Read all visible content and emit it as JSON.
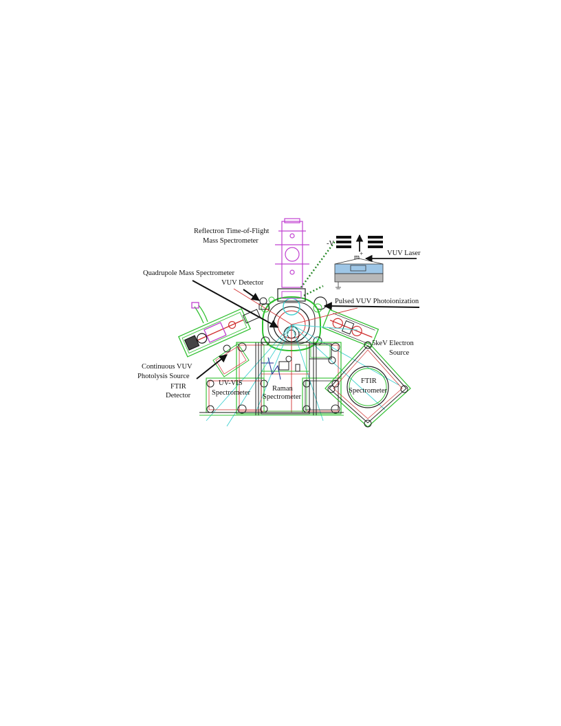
{
  "labels": {
    "reflectron_1": "Reflectron Time-of-Flight",
    "reflectron_2": "Mass Spectrometer",
    "quadrupole": "Quadrupole Mass Spectrometer",
    "vuv_detector": "VUV Detector",
    "pulsed_vuv": "Pulsed VUV Photoionization",
    "vuv_laser": "VUV Laser",
    "minus_v": "-V",
    "ion": "m",
    "ion_sup": "+",
    "electron_1": "5keV Electron",
    "electron_2": "Source",
    "continuous_1": "Continuous VUV",
    "continuous_2": "Photolysis Source",
    "ftir_det_1": "FTIR",
    "ftir_det_2": "Detector",
    "uvvis_1": "UV-VIS",
    "uvvis_2": "Spectrometer",
    "raman_1": "Raman",
    "raman_2": "Spectrometer",
    "ftir_spec_1": "FTIR",
    "ftir_spec_2": "Spectrometer"
  },
  "colors": {
    "green": "#2fbf2f",
    "magenta": "#c040d0",
    "red": "#d03030",
    "cyan": "#40d0d0",
    "dark": "#222222",
    "dotted_green": "#2a8a2a",
    "blue_box": "#9ec6e6",
    "gray_box": "#b8b8b8"
  }
}
